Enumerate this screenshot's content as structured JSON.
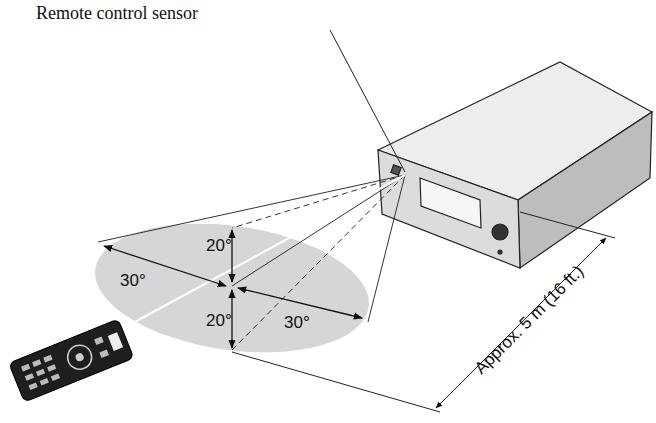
{
  "diagram": {
    "labels": [
      "Remote control sensor",
      "20°",
      "30°",
      "20°",
      "30°",
      "Approx. 5 m (16 ft.)"
    ]
  }
}
